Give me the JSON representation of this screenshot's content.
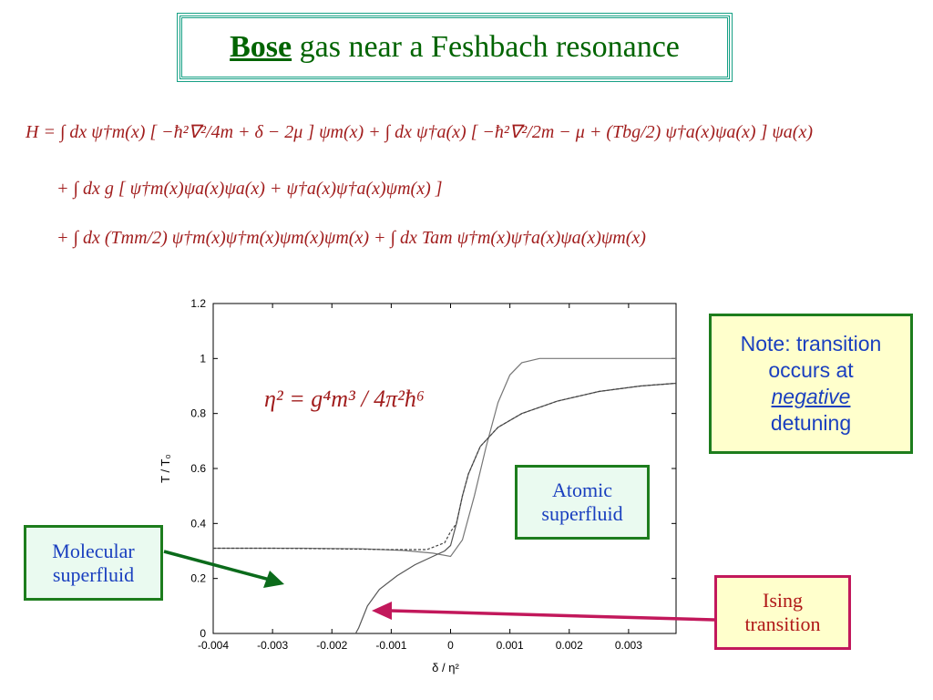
{
  "title": {
    "bold": "Bose",
    "rest": " gas near a Feshbach resonance"
  },
  "equation": {
    "line1": "H  =  ∫ dx ψ†m(x) [ −ħ²∇²/4m + δ − 2μ ] ψm(x) + ∫ dx ψ†a(x) [ −ħ²∇²/2m − μ + (Tbg/2) ψ†a(x)ψa(x) ] ψa(x)",
    "line2": "+  ∫ dx g [ ψ†m(x)ψa(x)ψa(x) + ψ†a(x)ψ†a(x)ψm(x) ]",
    "line3": "+  ∫ dx (Tmm/2) ψ†m(x)ψ†m(x)ψm(x)ψm(x) + ∫ dx Tam ψ†m(x)ψ†a(x)ψa(x)ψm(x)"
  },
  "eta_formula": "η² = g⁴m³ / 4π²ħ⁶",
  "note": {
    "line1": "Note: transition",
    "line2": "occurs at",
    "line3": "negative",
    "line4": "detuning"
  },
  "labels": {
    "molecular": {
      "line1": "Molecular",
      "line2": "superfluid"
    },
    "atomic": {
      "line1": "Atomic",
      "line2": "superfluid"
    },
    "ising": {
      "line1": "Ising",
      "line2": "transition"
    }
  },
  "colors": {
    "title_green": "#006400",
    "eq_red": "#a11d1d",
    "arrow_green": "#0b6b1b",
    "arrow_magenta": "#c2185b",
    "note_text": "#1a3fbf"
  },
  "chart_data": {
    "type": "line",
    "xlabel": "δ / η²",
    "ylabel": "T / T₀",
    "xlim": [
      -0.004,
      0.0038
    ],
    "ylim": [
      0,
      1.2
    ],
    "xticks": [
      -0.004,
      -0.003,
      -0.002,
      -0.001,
      0,
      0.001,
      0.002,
      0.003
    ],
    "xtick_labels": [
      "-0.004",
      "-0.003",
      "-0.002",
      "-0.001",
      "0",
      "0.001",
      "0.002",
      "0.003"
    ],
    "yticks": [
      0,
      0.2,
      0.4,
      0.6,
      0.8,
      1,
      1.2
    ],
    "ytick_labels": [
      "0",
      "0.2",
      "0.4",
      "0.6",
      "0.8",
      "1",
      "1.2"
    ],
    "series": [
      {
        "style": "solid",
        "color": "#777777",
        "points": [
          [
            -0.004,
            0.31
          ],
          [
            -0.0025,
            0.31
          ],
          [
            -0.0015,
            0.308
          ],
          [
            -0.0008,
            0.302
          ],
          [
            -0.0003,
            0.292
          ],
          [
            0,
            0.28
          ],
          [
            0.0002,
            0.34
          ],
          [
            0.0004,
            0.5
          ],
          [
            0.0006,
            0.68
          ],
          [
            0.0008,
            0.84
          ],
          [
            0.001,
            0.94
          ],
          [
            0.0012,
            0.985
          ],
          [
            0.0015,
            1.0
          ],
          [
            0.0038,
            1.0
          ]
        ]
      },
      {
        "style": "solid",
        "color": "#555555",
        "points": [
          [
            -0.0016,
            0
          ],
          [
            -0.00155,
            0.02
          ],
          [
            -0.0014,
            0.1
          ],
          [
            -0.0012,
            0.16
          ],
          [
            -0.0009,
            0.21
          ],
          [
            -0.0006,
            0.25
          ],
          [
            -0.0003,
            0.28
          ],
          [
            -0.0001,
            0.3
          ],
          [
            0,
            0.32
          ],
          [
            0.0001,
            0.4
          ],
          [
            0.0002,
            0.5
          ],
          [
            0.0003,
            0.58
          ],
          [
            0.0005,
            0.68
          ],
          [
            0.0008,
            0.75
          ],
          [
            0.0012,
            0.8
          ],
          [
            0.0018,
            0.845
          ],
          [
            0.0025,
            0.88
          ],
          [
            0.0032,
            0.9
          ],
          [
            0.0038,
            0.91
          ]
        ]
      },
      {
        "style": "dashed",
        "color": "#444444",
        "points": [
          [
            -0.004,
            0.31
          ],
          [
            -0.003,
            0.31
          ],
          [
            -0.002,
            0.308
          ],
          [
            -0.001,
            0.305
          ],
          [
            -0.0004,
            0.305
          ],
          [
            -0.0001,
            0.33
          ],
          [
            0,
            0.37
          ],
          [
            0.0001,
            0.4
          ],
          [
            0.0002,
            0.5
          ],
          [
            0.0003,
            0.58
          ],
          [
            0.0005,
            0.68
          ],
          [
            0.0008,
            0.75
          ],
          [
            0.0012,
            0.8
          ],
          [
            0.0018,
            0.845
          ],
          [
            0.0025,
            0.88
          ],
          [
            0.0032,
            0.9
          ],
          [
            0.0038,
            0.91
          ]
        ]
      }
    ]
  }
}
